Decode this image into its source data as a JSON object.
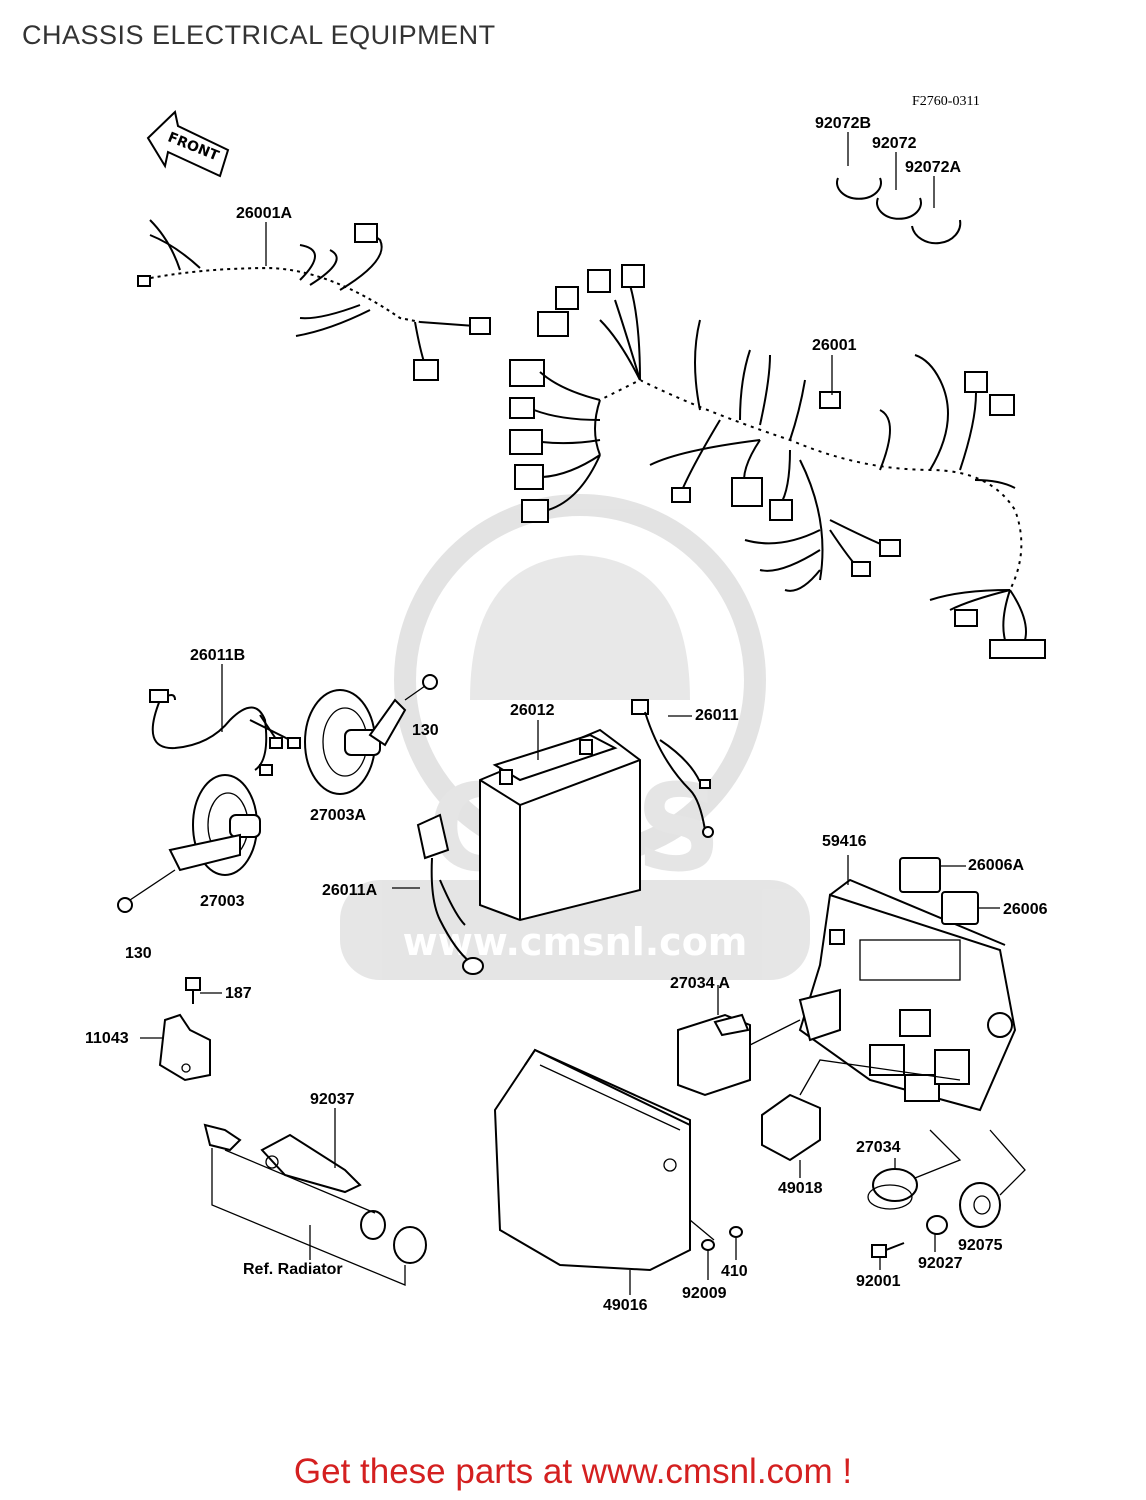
{
  "page": {
    "title": "CHASSIS ELECTRICAL EQUIPMENT",
    "figure_code": "F2760-0311"
  },
  "front_arrow": {
    "label": "FRONT"
  },
  "watermark": {
    "text": "www.cmsnl.com",
    "logo_letters": "CMS"
  },
  "parts": [
    {
      "id": "p26001A",
      "label": "26001A"
    },
    {
      "id": "p26001",
      "label": "26001"
    },
    {
      "id": "p92072B",
      "label": "92072B"
    },
    {
      "id": "p92072",
      "label": "92072"
    },
    {
      "id": "p92072A",
      "label": "92072A"
    },
    {
      "id": "p26011B",
      "label": "26011B"
    },
    {
      "id": "p130a",
      "label": "130"
    },
    {
      "id": "p27003A",
      "label": "27003A"
    },
    {
      "id": "p26012",
      "label": "26012"
    },
    {
      "id": "p26011",
      "label": "26011"
    },
    {
      "id": "p27003",
      "label": "27003"
    },
    {
      "id": "p26011A",
      "label": "26011A"
    },
    {
      "id": "p130b",
      "label": "130"
    },
    {
      "id": "p59416",
      "label": "59416"
    },
    {
      "id": "p26006A",
      "label": "26006A"
    },
    {
      "id": "p26006",
      "label": "26006"
    },
    {
      "id": "p187",
      "label": "187"
    },
    {
      "id": "p11043",
      "label": "11043"
    },
    {
      "id": "p27034A",
      "label": "27034 A"
    },
    {
      "id": "p92037",
      "label": "92037"
    },
    {
      "id": "p49018",
      "label": "49018"
    },
    {
      "id": "p27034",
      "label": "27034"
    },
    {
      "id": "p92075",
      "label": "92075"
    },
    {
      "id": "pRad",
      "label": "Ref.  Radiator"
    },
    {
      "id": "p410",
      "label": "410"
    },
    {
      "id": "p92027",
      "label": "92027"
    },
    {
      "id": "p92009",
      "label": "92009"
    },
    {
      "id": "p92001",
      "label": "92001"
    },
    {
      "id": "p49016",
      "label": "49016"
    }
  ],
  "footer": {
    "text": "Get these parts at www.cmsnl.com !"
  }
}
